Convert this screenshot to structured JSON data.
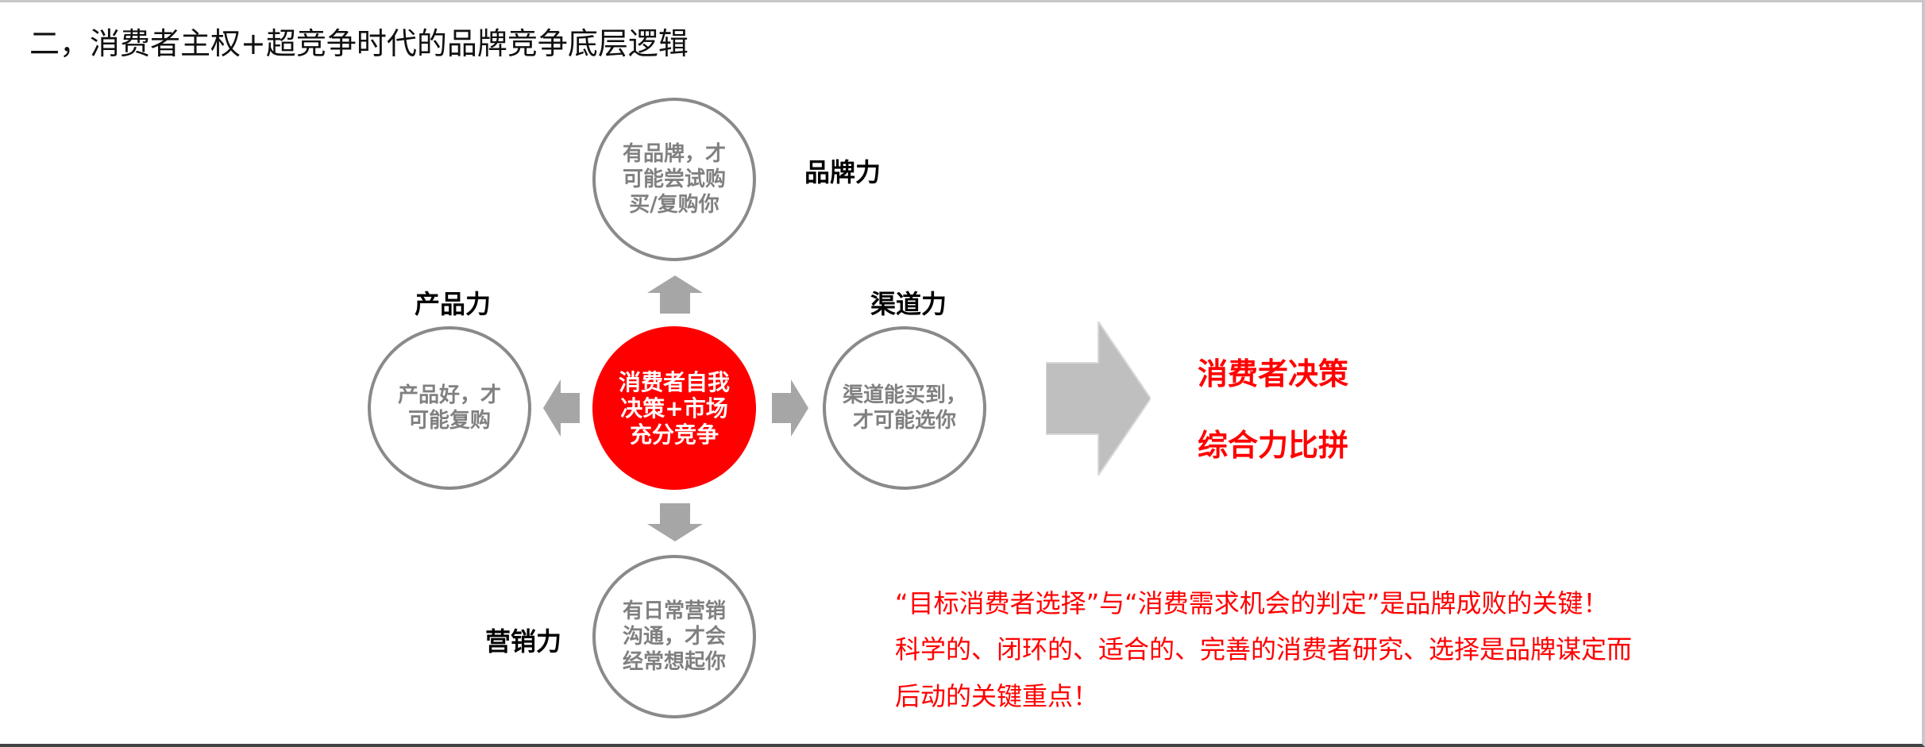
{
  "slide": {
    "title": "二，消费者主权+超竞争时代的品牌竞争底层逻辑"
  },
  "diagram": {
    "center": {
      "text": "消费者自我决策+市场充分竞争",
      "color": "#ff0000"
    },
    "nodes": [
      {
        "id": "top",
        "label": "品牌力",
        "text": "有品牌，才可能尝试购买/复购你"
      },
      {
        "id": "left",
        "label": "产品力",
        "text": "产品好，才可能复购"
      },
      {
        "id": "right",
        "label": "渠道力",
        "text": "渠道能买到，才可能选你"
      },
      {
        "id": "bottom",
        "label": "营销力",
        "text": "有日常营销沟通，才会经常想起你"
      }
    ],
    "arrow_color": "#a6a6a6",
    "big_arrow_color": "#bfbfbf",
    "circle_border_color": "#8a8a8a"
  },
  "result": {
    "line1": "消费者决策",
    "line2": "综合力比拼",
    "color": "#ff0000"
  },
  "conclusion": {
    "lines": [
      "“目标消费者选择”与“消费需求机会的判定”是品牌成败的关键！",
      "科学的、闭环的、适合的、完善的消费者研究、选择是品牌谋定而",
      "后动的关键重点！"
    ]
  }
}
